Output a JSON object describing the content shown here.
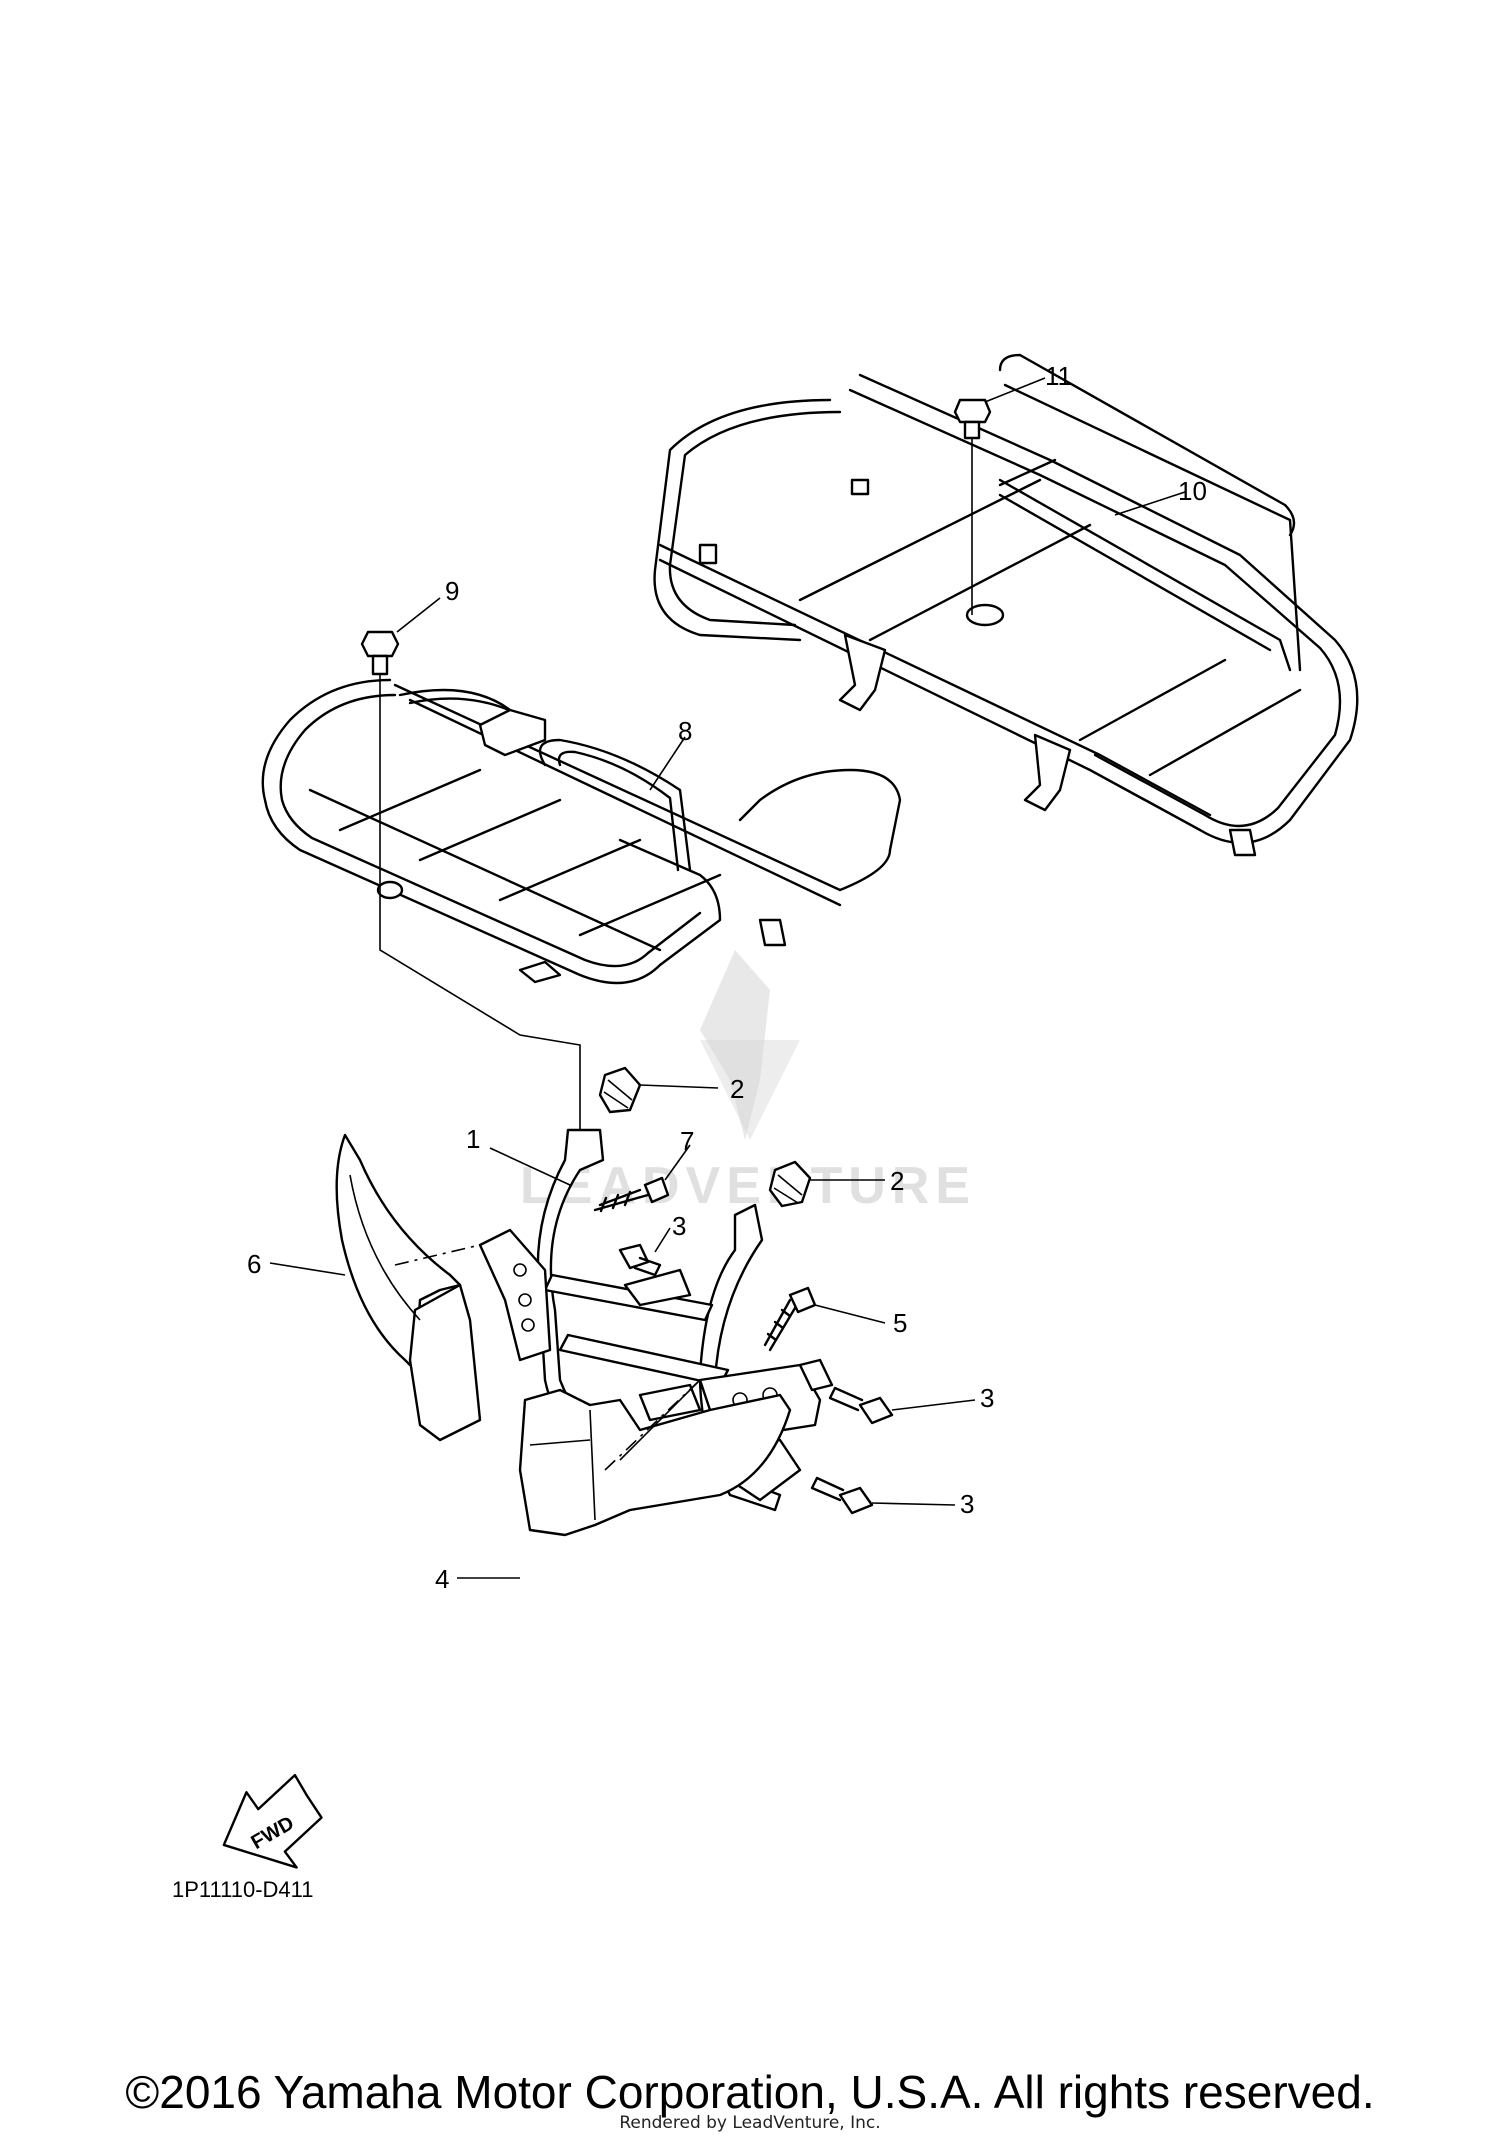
{
  "callouts": {
    "c1": "1",
    "c2a": "2",
    "c2b": "2",
    "c3a": "3",
    "c3b": "3",
    "c3c": "3",
    "c4": "4",
    "c5": "5",
    "c6": "6",
    "c7": "7",
    "c8": "8",
    "c9": "9",
    "c10": "10",
    "c11": "11"
  },
  "fwd_label": "FWD",
  "diagram_code": "1P11110-D411",
  "watermark": "LEADVENTURE",
  "copyright": "©2016 Yamaha Motor Corporation, U.S.A. All rights reserved.",
  "rendered_by": "Rendered by LeadVenture, Inc."
}
